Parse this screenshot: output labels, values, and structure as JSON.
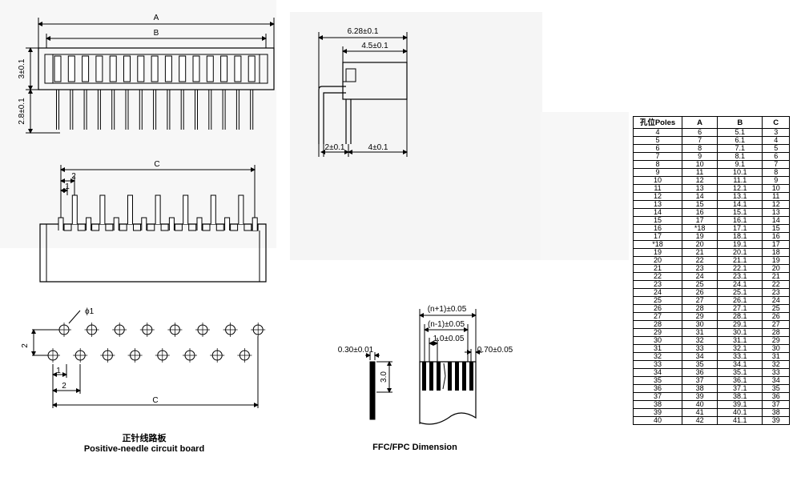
{
  "top_left": {
    "dim_A": "A",
    "dim_B": "B",
    "dim_height": "3±0.1",
    "dim_pin": "2.8±0.1"
  },
  "side_view": {
    "dim_total": "6.28±0.1",
    "dim_body": "4.5±0.1",
    "dim_left": "2±0.1",
    "dim_right": "4±0.1"
  },
  "front_view": {
    "dim_C": "C",
    "dim_2": "2",
    "dim_1": "1"
  },
  "pcb": {
    "dim_phi": "ϕ1",
    "dim_2_vert": "2",
    "dim_1": "1",
    "dim_2": "2",
    "dim_C": "C",
    "caption_cn": "正针线路板",
    "caption_en": "Positive-needle circuit board"
  },
  "ffc": {
    "dim_thickness": "0.30±0.01",
    "dim_length": "3.0",
    "dim_n_plus": "(n+1)±0.05",
    "dim_n_minus": "(n-1)±0.05",
    "dim_pitch": "1.0±0.05",
    "dim_width": "0.70±0.05",
    "caption": "FFC/FPC   Dimension"
  },
  "table": {
    "headers": [
      "孔位Poles",
      "A",
      "B",
      "C"
    ],
    "rows": [
      [
        "4",
        "6",
        "5.1",
        "3"
      ],
      [
        "5",
        "7",
        "6.1",
        "4"
      ],
      [
        "6",
        "8",
        "7.1",
        "5"
      ],
      [
        "7",
        "9",
        "8.1",
        "6"
      ],
      [
        "8",
        "10",
        "9.1",
        "7"
      ],
      [
        "9",
        "11",
        "10.1",
        "8"
      ],
      [
        "10",
        "12",
        "11.1",
        "9"
      ],
      [
        "11",
        "13",
        "12.1",
        "10"
      ],
      [
        "12",
        "14",
        "13.1",
        "11"
      ],
      [
        "13",
        "15",
        "14.1",
        "12"
      ],
      [
        "14",
        "16",
        "15.1",
        "13"
      ],
      [
        "15",
        "17",
        "16.1",
        "14"
      ],
      [
        "16",
        "*18",
        "17.1",
        "15"
      ],
      [
        "17",
        "19",
        "18.1",
        "16"
      ],
      [
        "*18",
        "20",
        "19.1",
        "17"
      ],
      [
        "19",
        "21",
        "20.1",
        "18"
      ],
      [
        "20",
        "22",
        "21.1",
        "19"
      ],
      [
        "21",
        "23",
        "22.1",
        "20"
      ],
      [
        "22",
        "24",
        "23.1",
        "21"
      ],
      [
        "23",
        "25",
        "24.1",
        "22"
      ],
      [
        "24",
        "26",
        "25.1",
        "23"
      ],
      [
        "25",
        "27",
        "26.1",
        "24"
      ],
      [
        "26",
        "28",
        "27.1",
        "25"
      ],
      [
        "27",
        "29",
        "28.1",
        "26"
      ],
      [
        "28",
        "30",
        "29.1",
        "27"
      ],
      [
        "29",
        "31",
        "30.1",
        "28"
      ],
      [
        "30",
        "32",
        "31.1",
        "29"
      ],
      [
        "31",
        "33",
        "32.1",
        "30"
      ],
      [
        "32",
        "34",
        "33.1",
        "31"
      ],
      [
        "33",
        "35",
        "34.1",
        "32"
      ],
      [
        "34",
        "36",
        "35.1",
        "33"
      ],
      [
        "35",
        "37",
        "36.1",
        "34"
      ],
      [
        "36",
        "38",
        "37.1",
        "35"
      ],
      [
        "37",
        "39",
        "38.1",
        "36"
      ],
      [
        "38",
        "40",
        "39.1",
        "37"
      ],
      [
        "39",
        "41",
        "40.1",
        "38"
      ],
      [
        "40",
        "42",
        "41.1",
        "39"
      ]
    ]
  }
}
